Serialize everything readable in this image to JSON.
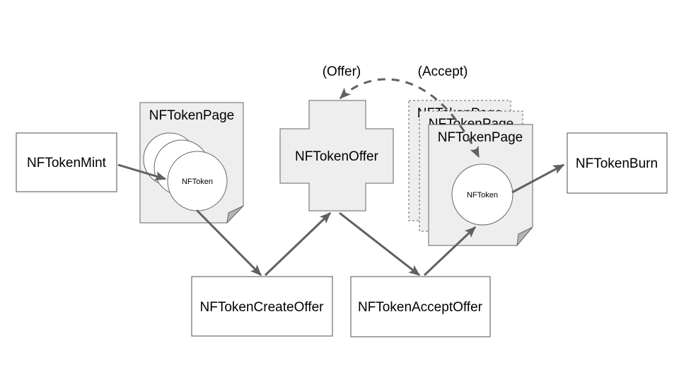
{
  "colors": {
    "page_fill": "#eeeeee",
    "node_fill": "#ffffff",
    "fold_fill": "#b5b5b5",
    "stroke": "#666666",
    "arrow": "#616161",
    "text": "#000000"
  },
  "nodes": {
    "mint": {
      "label": "NFTokenMint"
    },
    "page_left": {
      "title": "NFTokenPage",
      "token": "NFToken"
    },
    "offer": {
      "label": "NFTokenOffer"
    },
    "create_offer": {
      "label": "NFTokenCreateOffer"
    },
    "accept_offer": {
      "label": "NFTokenAcceptOffer"
    },
    "page_right_back": {
      "title": "NFTokenPage"
    },
    "page_right_middle": {
      "title": "NFTokenPage"
    },
    "page_right_front": {
      "title": "NFTokenPage",
      "token": "NFToken"
    },
    "burn": {
      "label": "NFTokenBurn"
    }
  },
  "annotations": {
    "offer_label": "(Offer)",
    "accept_label": "(Accept)"
  }
}
